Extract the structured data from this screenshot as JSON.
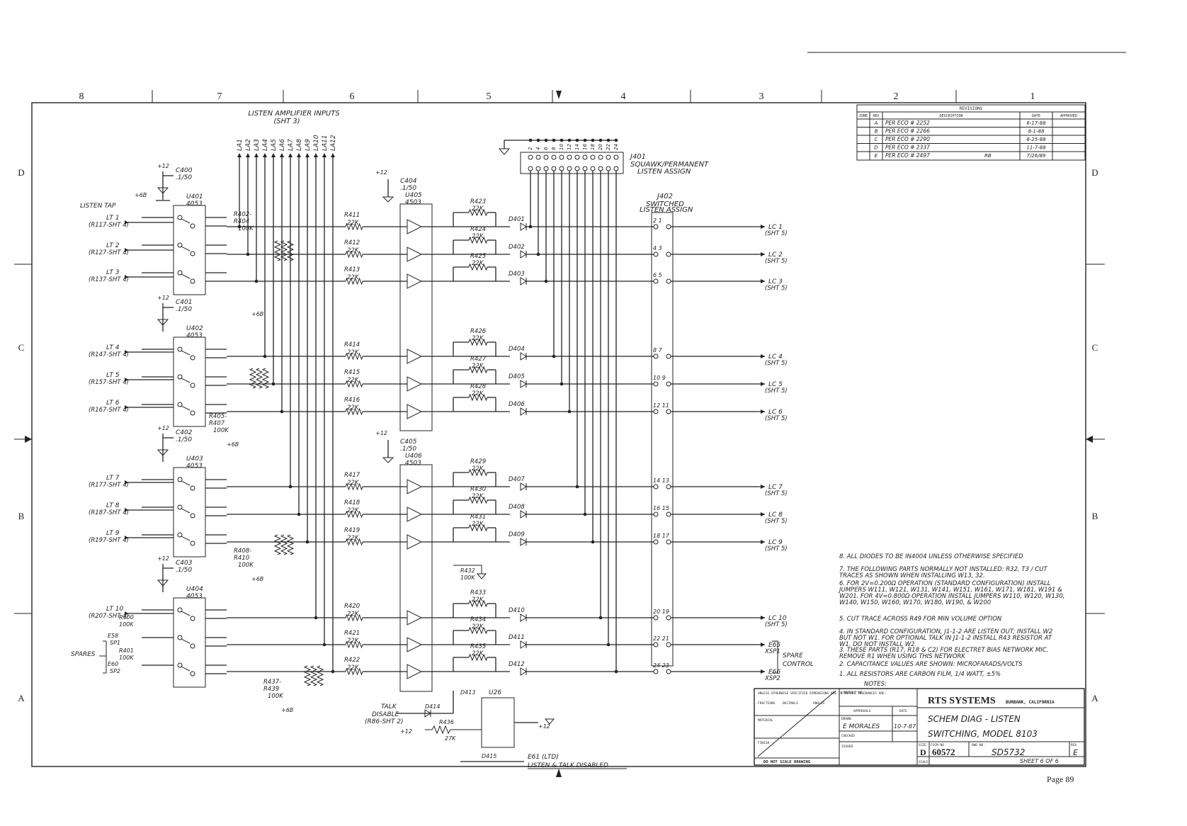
{
  "border": {
    "columns": [
      "8",
      "7",
      "6",
      "5",
      "4",
      "3",
      "2",
      "1"
    ],
    "rows": [
      "D",
      "C",
      "B",
      "A"
    ]
  },
  "revisions": {
    "title": "REVISIONS",
    "headers": [
      "ZONE",
      "REV",
      "DESCRIPTION",
      "DATE",
      "APPROVED"
    ],
    "rows": [
      {
        "rev": "A",
        "desc": "PER ECO # 2252",
        "date": "6-17-88",
        "appr": ""
      },
      {
        "rev": "B",
        "desc": "PER ECO # 2266",
        "date": "8-1-88",
        "appr": ""
      },
      {
        "rev": "C",
        "desc": "PER ECO # 2290",
        "date": "8-25-88",
        "appr": ""
      },
      {
        "rev": "D",
        "desc": "PER ECO # 2337",
        "date": "11-7-88",
        "appr": ""
      },
      {
        "rev": "E",
        "desc": "PER ECO # 2497",
        "date": "7/26/89",
        "appr": "RB"
      }
    ]
  },
  "labels": {
    "listen_amp_inputs": "LISTEN AMPLIFIER INPUTS",
    "listen_amp_inputs_sheet": "(SHT 3)",
    "j401": "J401",
    "j401_desc": "SQUAWK/PERMANENT",
    "j401_desc2": "LISTEN ASSIGN",
    "j402": "J402",
    "j402_desc": "SWITCHED",
    "j402_desc2": "LISTEN ASSIGN",
    "listen_tap": "LISTEN TAP",
    "spares": "SPARES",
    "spare_control": "SPARE",
    "spare_control2": "CONTROL",
    "talk_disable": "TALK",
    "talk_disable2": "DISABLE",
    "talk_disable3": "(R86-SHT 2)",
    "listen_talk_disabled": "LISTEN & TALK DISABLED",
    "e61": "E61 (LTD)",
    "u26": "U26",
    "page": "Page 89"
  },
  "la_inputs": [
    "LA1",
    "LA2",
    "LA3",
    "LA4",
    "LA5",
    "LA6",
    "LA7",
    "LA8",
    "LA9",
    "LA10",
    "LA11",
    "LA12"
  ],
  "j401_pins": [
    "2",
    "4",
    "6",
    "8",
    "10",
    "12",
    "14",
    "16",
    "18",
    "20",
    "22",
    "24"
  ],
  "ics": [
    {
      "name": "U401",
      "part": "4053",
      "cap": "C400",
      "capval": ".1/50"
    },
    {
      "name": "U402",
      "part": "4053",
      "cap": "C401",
      "capval": ".1/50"
    },
    {
      "name": "U403",
      "part": "4053",
      "cap": "C402",
      "capval": ".1/50"
    },
    {
      "name": "U404",
      "part": "4053",
      "cap": "C403",
      "capval": ".1/50"
    }
  ],
  "amps": [
    {
      "name": "U405",
      "part": "4503",
      "cap": "C404",
      "capval": ".1/50"
    },
    {
      "name": "U406",
      "part": "4503",
      "cap": "C405",
      "capval": ".1/50"
    }
  ],
  "lt_inputs": [
    {
      "lt": "LT 1",
      "ref": "(R117-SHT 4)"
    },
    {
      "lt": "LT 2",
      "ref": "(R127-SHT 4)"
    },
    {
      "lt": "LT 3",
      "ref": "(R137-SHT 4)"
    },
    {
      "lt": "LT 4",
      "ref": "(R147-SHT 4)"
    },
    {
      "lt": "LT 5",
      "ref": "(R157-SHT 4)"
    },
    {
      "lt": "LT 6",
      "ref": "(R167-SHT 4)"
    },
    {
      "lt": "LT 7",
      "ref": "(R177-SHT 4)"
    },
    {
      "lt": "LT 8",
      "ref": "(R187-SHT 4)"
    },
    {
      "lt": "LT 9",
      "ref": "(R197-SHT 4)"
    },
    {
      "lt": "LT 10",
      "ref": "(R207-SHT 4)"
    }
  ],
  "channels": [
    {
      "rin": "R411",
      "rinv": "22K",
      "rfb": "R423",
      "rfbv": "22K",
      "diode": "D401",
      "pins": "2  1",
      "out": "LC 1",
      "sht": "(SHT 5)"
    },
    {
      "rin": "R412",
      "rinv": "22K",
      "rfb": "R424",
      "rfbv": "22K",
      "diode": "D402",
      "pins": "4  3",
      "out": "LC 2",
      "sht": "(SHT 5)"
    },
    {
      "rin": "R413",
      "rinv": "22K",
      "rfb": "R425",
      "rfbv": "22K",
      "diode": "D403",
      "pins": "6  5",
      "out": "LC 3",
      "sht": "(SHT 5)"
    },
    {
      "rin": "R414",
      "rinv": "22K",
      "rfb": "R426",
      "rfbv": "22K",
      "diode": "D404",
      "pins": "8  7",
      "out": "LC 4",
      "sht": "(SHT 5)"
    },
    {
      "rin": "R415",
      "rinv": "22K",
      "rfb": "R427",
      "rfbv": "22K",
      "diode": "D405",
      "pins": "10  9",
      "out": "LC 5",
      "sht": "(SHT 5)"
    },
    {
      "rin": "R416",
      "rinv": "22K",
      "rfb": "R428",
      "rfbv": "22K",
      "diode": "D406",
      "pins": "12  11",
      "out": "LC 6",
      "sht": "(SHT 5)"
    },
    {
      "rin": "R417",
      "rinv": "22K",
      "rfb": "R429",
      "rfbv": "22K",
      "diode": "D407",
      "pins": "14  13",
      "out": "LC 7",
      "sht": "(SHT 5)"
    },
    {
      "rin": "R418",
      "rinv": "22K",
      "rfb": "R430",
      "rfbv": "22K",
      "diode": "D408",
      "pins": "16  15",
      "out": "LC 8",
      "sht": "(SHT 5)"
    },
    {
      "rin": "R419",
      "rinv": "22K",
      "rfb": "R431",
      "rfbv": "22K",
      "diode": "D409",
      "pins": "18  17",
      "out": "LC 9",
      "sht": "(SHT 5)"
    },
    {
      "rin": "R420",
      "rinv": "22K",
      "rfb": "R433",
      "rfbv": "22K",
      "diode": "D410",
      "pins": "20  19",
      "out": "LC 10",
      "sht": "(SHT 5)"
    },
    {
      "rin": "R421",
      "rinv": "22K",
      "rfb": "R434",
      "rfbv": "22K",
      "diode": "D411",
      "pins": "22  21",
      "out": "E65",
      "sht": "XSP1"
    },
    {
      "rin": "R422",
      "rinv": "22K",
      "rfb": "R435",
      "rfbv": "22K",
      "diode": "D412",
      "pins": "24  23",
      "out": "E66",
      "sht": "XSP2"
    }
  ],
  "res_networks": [
    {
      "name": "R402-",
      "name2": "R404",
      "val": "100K"
    },
    {
      "name": "R405-",
      "name2": "R407",
      "val": "100K"
    },
    {
      "name": "R408-",
      "name2": "R410",
      "val": "100K"
    },
    {
      "name": "R437-",
      "name2": "R439",
      "val": "100K"
    }
  ],
  "misc": {
    "r432": "R432",
    "r432v": "100K",
    "r436": "R436",
    "r436v": "27K",
    "r400": "R400",
    "r400v": "100K",
    "r401": "R401",
    "r401v": "100K",
    "e58": "E58",
    "sp1": "SP1",
    "e60": "E60",
    "sp2": "SP2",
    "d413": "D413",
    "d414": "D414",
    "d415": "D415",
    "p12": "+12",
    "p6b": "+6B"
  },
  "notes": {
    "title": "NOTES:",
    "items": [
      "8. ALL DIODES TO BE IN4004 UNLESS OTHERWISE SPECIFIED",
      "7. THE FOLLOWING PARTS NORMALLY NOT INSTALLED: R32, T3 / CUT TRACES AS SHOWN WHEN INSTALLING W13, 32.",
      "6. FOR 2V=0.200Ω OPERATION (STANDARD CONFIGURATION) INSTALL JUMPERS W111, W121, W131, W141, W151, W161, W171, W181, W191 & W201. FOR 4V=0.800Ω OPERATION INSTALL JUMPERS W110, W120, W130, W140, W150, W160, W170, W180, W190, & W200",
      "5. CUT TRACE ACROSS R49 FOR MIN VOLUME OPTION",
      "4. IN STANDARD CONFIGURATION, J1-1-2 ARE LISTEN OUT; INSTALL W2 BUT NOT W1. FOR OPTIONAL TALK IN J1-1-2 INSTALL R43 RESISTOR AT W1. DO NOT INSTALL W2.",
      "3. THESE PARTS (R17, R18 & C2) FOR ELECTRET BIAS NETWORK MIC. REMOVE R1 WHEN USING THIS NETWORK",
      "2. CAPACITANCE VALUES ARE SHOWN: MICROFARADS/VOLTS",
      "1. ALL RESISTORS ARE CARBON FILM, 1/4 WATT, ±5%"
    ]
  },
  "title_block": {
    "tolerance_text": "UNLESS OTHERWISE SPECIFIED DIMENSIONS ARE IN INCHES TOLERANCES ARE:",
    "fractions": "FRACTIONS",
    "decimals": "DECIMALS",
    "angles": "ANGLES",
    "material": "MATERIAL",
    "finish": "FINISH",
    "contract_no": "CONTRACT NO.",
    "approvals": "APPROVALS",
    "date_h": "DATE",
    "drawn": "DRAWN",
    "drawn_by": "E MORALES",
    "drawn_date": "10-7-87",
    "checked": "CHECKED",
    "issued": "ISSUED",
    "company": "RTS SYSTEMS",
    "location": "BURBANK, CALIFORNIA",
    "title1": "SCHEM DIAG - LISTEN",
    "title2": "SWITCHING, MODEL 8103",
    "size_h": "SIZE",
    "size": "D",
    "fscm_h": "FSCM NO",
    "fscm": "60572",
    "dwg_h": "DWG NO.",
    "dwg": "SD5732",
    "rev_h": "REV",
    "rev": "E",
    "scale_h": "SCALE",
    "sheet": "SHEET 6 OF 6",
    "do_not_scale": "DO NOT SCALE DRAWING"
  }
}
